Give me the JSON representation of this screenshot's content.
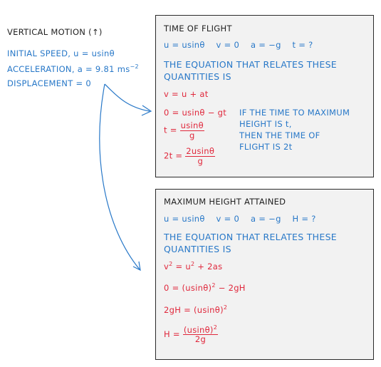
{
  "left_panel": {
    "heading": "VERTICAL MOTION (↑)",
    "initial_speed": "INITIAL SPEED, u = usinθ",
    "acceleration": "ACCELERATION, a = 9.81 ms",
    "acceleration_exp": "−2",
    "displacement": "DISPLACEMENT = 0"
  },
  "time_of_flight": {
    "title": "TIME OF FLIGHT",
    "variables": "u = usinθ    v = 0    a = −g    t = ?",
    "relation_line1": "THE  EQUATION  THAT  RELATES  THESE",
    "relation_line2": "QUANTITIES  IS",
    "eq1": "v = u + at",
    "eq2": "0 = usinθ − gt",
    "eq3_lhs": "t =",
    "eq3_num": "usinθ",
    "eq3_den": "g",
    "eq4_lhs": "2t =",
    "eq4_num": "2usinθ",
    "eq4_den": "g",
    "note_line1": "IF  THE  TIME  TO  MAXIMUM",
    "note_line2": "HEIGHT  IS  t,",
    "note_line3": "THEN  THE  TIME  OF",
    "note_line4": "FLIGHT  IS  2t"
  },
  "max_height": {
    "title": "MAXIMUM  HEIGHT  ATTAINED",
    "variables": "u = usinθ    v = 0    a = −g    H = ?",
    "relation_line1": "THE  EQUATION  THAT  RELATES  THESE",
    "relation_line2": "QUANTITIES  IS",
    "eq1_a": "v",
    "eq1_b": " = u",
    "eq1_c": " + 2as",
    "eq2_a": "0 = (usinθ)",
    "eq2_b": " − 2gH",
    "eq3_a": "2gH = (usinθ)",
    "eq4_lhs": "H =",
    "eq4_num": "(usinθ)",
    "eq4_den": "2g",
    "exp2": "2"
  }
}
